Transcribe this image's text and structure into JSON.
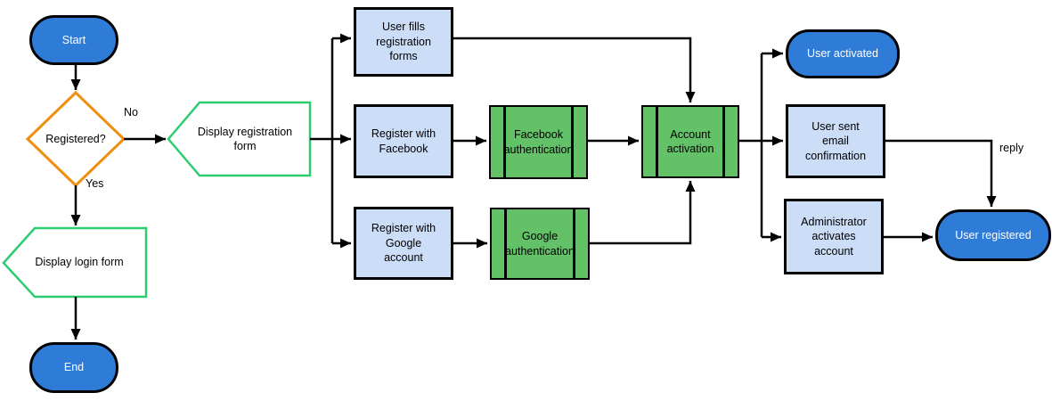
{
  "colors": {
    "terminator_fill": "#2f7cd8",
    "terminator_text": "#ffffff",
    "process_fill": "#ccddf7",
    "subprocess_fill": "#63c168",
    "display_shape_stroke": "#2ecc71",
    "decision_stroke": "#f08e0e",
    "shape_fill_white": "#ffffff",
    "line_color": "#000000"
  },
  "nodes": {
    "start": {
      "label": "Start",
      "type": "terminator"
    },
    "registered": {
      "label": "Registered?",
      "type": "decision"
    },
    "display_registration_form": {
      "label": "Display registration form",
      "type": "display"
    },
    "display_login_form": {
      "label": "Display login form",
      "type": "display"
    },
    "end": {
      "label": "End",
      "type": "terminator"
    },
    "user_fills": {
      "label": "User fills registration forms",
      "type": "process"
    },
    "register_facebook": {
      "label": "Register with Facebook",
      "type": "process"
    },
    "register_google": {
      "label": "Register with Google account",
      "type": "process"
    },
    "facebook_auth": {
      "label": "Facebook authentication",
      "type": "subprocess"
    },
    "google_auth": {
      "label": "Google authentication",
      "type": "subprocess"
    },
    "account_activation": {
      "label": "Account activation",
      "type": "subprocess"
    },
    "user_activated": {
      "label": "User activated",
      "type": "terminator"
    },
    "user_sent_email": {
      "label": "User sent email confirmation",
      "type": "process"
    },
    "admin_activates": {
      "label": "Administrator activates account",
      "type": "process"
    },
    "user_registered": {
      "label": "User registered",
      "type": "terminator"
    }
  },
  "edge_labels": {
    "no": "No",
    "yes": "Yes",
    "reply": "reply"
  },
  "edges": [
    {
      "from": "start",
      "to": "registered"
    },
    {
      "from": "registered",
      "to": "display_registration_form",
      "label": "No"
    },
    {
      "from": "registered",
      "to": "display_login_form",
      "label": "Yes"
    },
    {
      "from": "display_login_form",
      "to": "end"
    },
    {
      "from": "display_registration_form",
      "to": "user_fills"
    },
    {
      "from": "display_registration_form",
      "to": "register_facebook"
    },
    {
      "from": "display_registration_form",
      "to": "register_google"
    },
    {
      "from": "user_fills",
      "to": "account_activation"
    },
    {
      "from": "register_facebook",
      "to": "facebook_auth"
    },
    {
      "from": "facebook_auth",
      "to": "account_activation"
    },
    {
      "from": "register_google",
      "to": "google_auth"
    },
    {
      "from": "google_auth",
      "to": "account_activation"
    },
    {
      "from": "account_activation",
      "to": "user_activated"
    },
    {
      "from": "account_activation",
      "to": "user_sent_email"
    },
    {
      "from": "account_activation",
      "to": "admin_activates"
    },
    {
      "from": "user_sent_email",
      "to": "user_registered",
      "label": "reply"
    },
    {
      "from": "admin_activates",
      "to": "user_registered"
    }
  ]
}
